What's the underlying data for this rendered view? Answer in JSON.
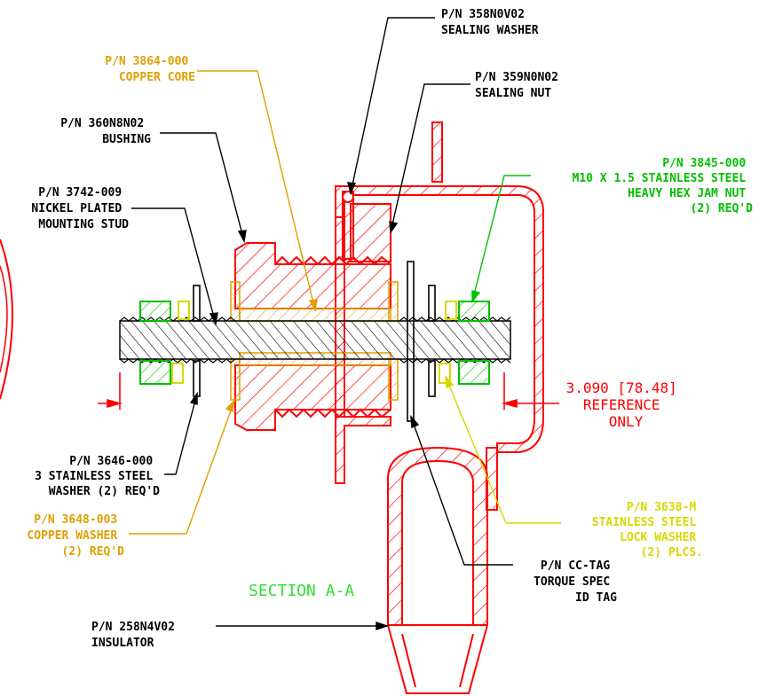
{
  "colors": {
    "background": "#ffffff",
    "part_outline": "#ff0000",
    "leader_black": "#000000",
    "leader_orange": "#dfa000",
    "leader_green": "#00c000",
    "leader_yellow": "#d8d800",
    "section_title": "#33dd33"
  },
  "labels": {
    "sealing_washer": [
      "P/N 358N0V02",
      "SEALING WASHER"
    ],
    "copper_core": [
      "P/N 3864-000",
      "COPPER CORE"
    ],
    "sealing_nut": [
      "P/N 359N0N02",
      "SEALING NUT"
    ],
    "bushing": [
      "P/N 360N8N02",
      "BUSHING"
    ],
    "jam_nut": [
      "P/N 3845-000",
      "M10 X 1.5 STAINLESS STEEL",
      "HEAVY HEX JAM NUT",
      "(2) REQ'D"
    ],
    "mounting_stud": [
      "P/N 3742-009",
      "NICKEL PLATED",
      "MOUNTING STUD"
    ],
    "reference_dim": [
      "3.090 [78.48]",
      "REFERENCE",
      "ONLY"
    ],
    "flat_washer": [
      "P/N 3646-000",
      "3 STAINLESS STEEL",
      "WASHER (2) REQ'D"
    ],
    "copper_washer": [
      "P/N 3648-003",
      "COPPER WASHER",
      "(2) REQ'D"
    ],
    "lock_washer": [
      "P/N 3638-M",
      "STAINLESS STEEL",
      "LOCK WASHER",
      "(2) PLCS."
    ],
    "torque_tag": [
      "P/N CC-TAG",
      "TORQUE SPEC",
      "ID TAG"
    ],
    "section_title": "SECTION A-A",
    "insulator": [
      "P/N 258N4V02",
      "INSULATOR"
    ]
  }
}
